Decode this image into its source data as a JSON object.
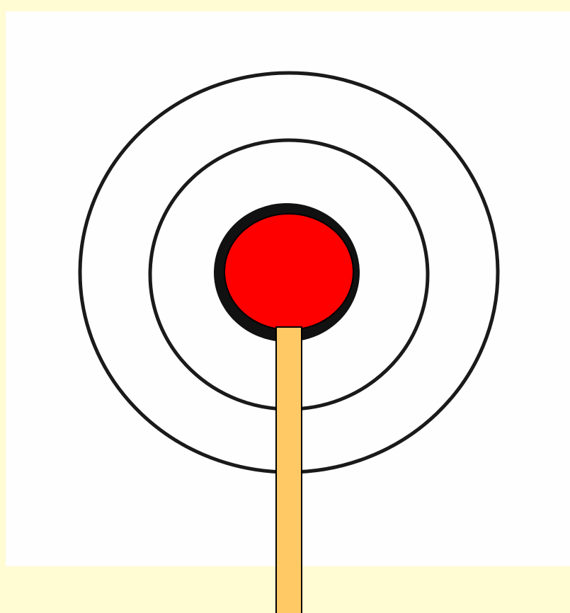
{
  "figure": {
    "type": "concentric-circles-with-stick",
    "ring_count": 2,
    "colors": {
      "page_background": "#fffbd2",
      "panel_background": "#fefefe",
      "ring_stroke": "#1a1a1a",
      "center_dark": "#111111",
      "ball_fill": "#ff0000",
      "ball_stroke": "#000000",
      "stick_fill": "#ffc966",
      "stick_stroke": "#000000"
    },
    "icons": {
      "ball": "red-circle",
      "stick": "wooden-stick"
    }
  }
}
